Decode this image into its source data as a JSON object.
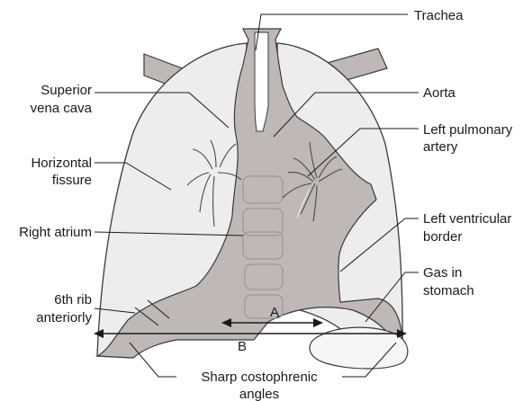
{
  "labels": {
    "trachea": "Trachea",
    "superior_vena_cava_line1": "Superior",
    "superior_vena_cava_line2": "vena cava",
    "aorta": "Aorta",
    "left_pulmonary_artery_line1": "Left pulmonary",
    "left_pulmonary_artery_line2": "artery",
    "horizontal_fissure_line1": "Horizontal",
    "horizontal_fissure_line2": "fissure",
    "right_atrium": "Right atrium",
    "left_ventricular_border_line1": "Left ventricular",
    "left_ventricular_border_line2": "border",
    "gas_in_stomach_line1": "Gas in",
    "gas_in_stomach_line2": "stomach",
    "sixth_rib_line1": "6th rib",
    "sixth_rib_line2": "anteriorly",
    "costophrenic_line1": "Sharp costophrenic",
    "costophrenic_line2": "angles",
    "measure_a": "A",
    "measure_b": "B"
  }
}
